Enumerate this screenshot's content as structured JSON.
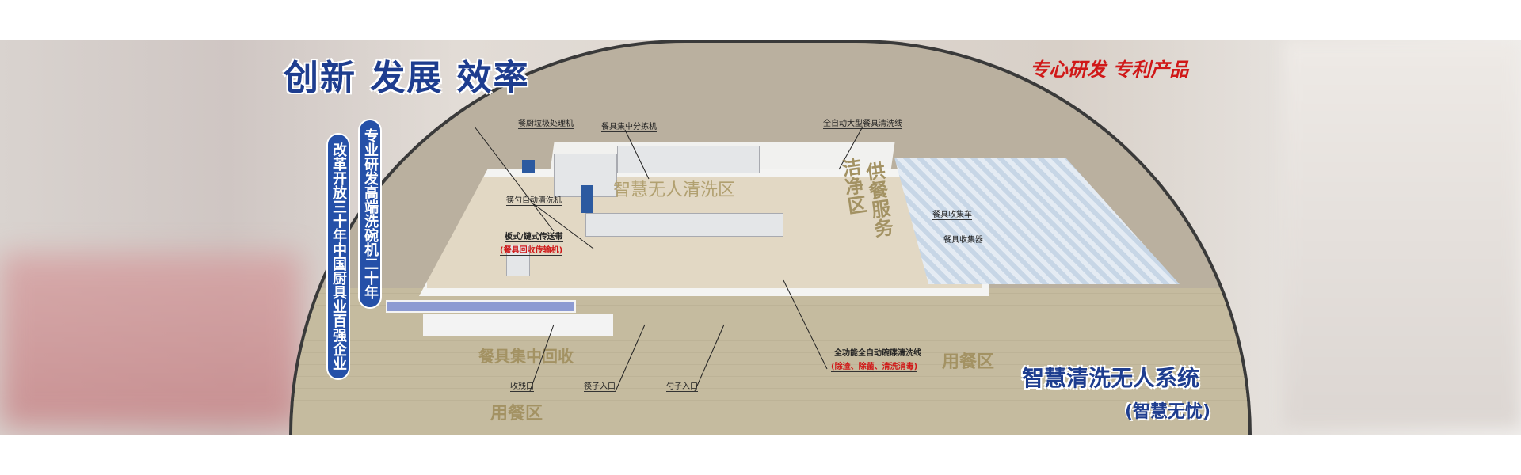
{
  "headline": "创新 发展 效率",
  "slogan": "专心研发 专利产品",
  "side_pills": [
    "专业研发高端洗碗机二十年",
    "改革开放三十年中国厨具业百强企业"
  ],
  "system_title": "智慧清洗无人系统",
  "system_subtitle": "(智慧无忧)",
  "zones": {
    "clean_zone": "智慧无人清洗区",
    "collection": "餐具集中回收",
    "dining_left": "用餐区",
    "dining_right": "用餐区",
    "clean_area": "洁净区",
    "serving": "供餐服务"
  },
  "labels": {
    "garbage": "餐厨垃圾处理机",
    "sorter": "餐具集中分拣机",
    "wash_line": "全自动大型餐具清洗线",
    "spoon_washer": "筷勺自动清洗机",
    "conveyor": "板式/鏈式传送带",
    "conveyor_sub": "(餐具回收传输机)",
    "collect_cart": "餐具收集车",
    "collector": "餐具收集器",
    "full_line": "全功能全自动碗碟清洗线",
    "full_line_sub": "(除渣、除菌、清洗消毒)",
    "residue": "收残口",
    "chopsticks": "筷子入口",
    "spoons": "勺子入口"
  }
}
